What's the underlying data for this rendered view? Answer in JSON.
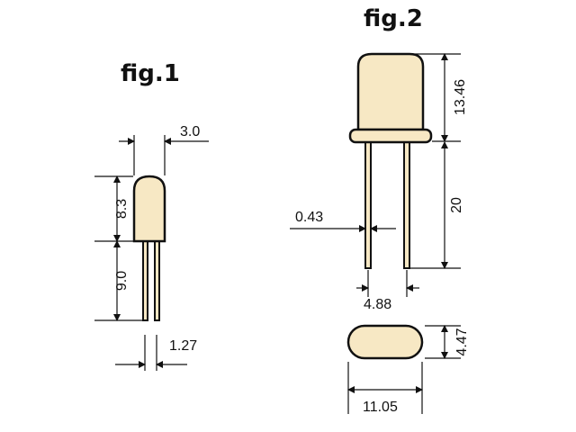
{
  "figures": [
    {
      "title": "fig.1",
      "dimensions": {
        "body_width": "3.0",
        "body_height": "8.3",
        "lead_length": "9.0",
        "lead_spacing": "1.27"
      }
    },
    {
      "title": "fig.2",
      "dimensions": {
        "can_height": "13.46",
        "lead_length": "20",
        "lead_diameter": "0.43",
        "lead_spacing": "4.88",
        "body_depth": "4.47",
        "body_length": "11.05"
      }
    }
  ],
  "colors": {
    "body_fill": "#f7e8c4",
    "ink": "#111111"
  }
}
